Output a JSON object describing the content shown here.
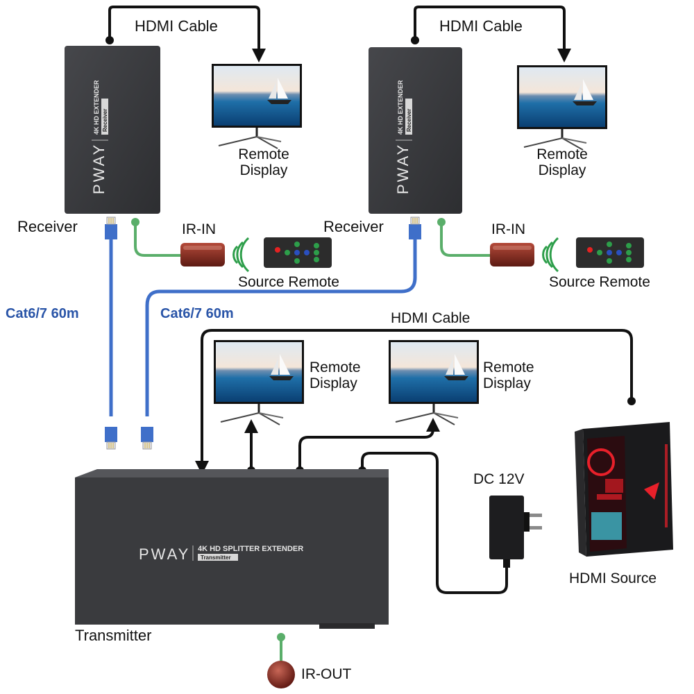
{
  "receivers": [
    {
      "brand": "PWAY",
      "model": "4K HD EXTENDER",
      "role": "Receiver",
      "label": "Receiver",
      "hdmi_label": "HDMI Cable",
      "display_label_1": "Remote",
      "display_label_2": "Display",
      "ir_label": "IR-IN",
      "remote_label": "Source Remote"
    },
    {
      "brand": "PWAY",
      "model": "4K HD EXTENDER",
      "role": "Receiver",
      "label": "Receiver",
      "hdmi_label": "HDMI Cable",
      "display_label_1": "Remote",
      "display_label_2": "Display",
      "ir_label": "IR-IN",
      "remote_label": "Source Remote"
    }
  ],
  "cables": {
    "cat_left": "Cat6/7 60m",
    "cat_right": "Cat6/7 60m",
    "hdmi_source": "HDMI Cable"
  },
  "local_displays": [
    {
      "line1": "Remote",
      "line2": "Display"
    },
    {
      "line1": "Remote",
      "line2": "Display"
    }
  ],
  "transmitter": {
    "brand": "PWAY",
    "model": "4K HD SPLITTER EXTENDER",
    "role": "Transmitter",
    "label": "Transmitter",
    "ir_label": "IR-OUT"
  },
  "power": {
    "label": "DC 12V"
  },
  "source": {
    "label": "HDMI Source"
  },
  "colors": {
    "device_body": "#3c3d40",
    "cat_cable": "#3f6fc9",
    "ir_cable": "#5aae6a",
    "hdmi_cable": "#111111",
    "label_blue": "#2a55a8",
    "ir_receiver": "#8a2a1e",
    "pc_led": "#e8202a"
  }
}
